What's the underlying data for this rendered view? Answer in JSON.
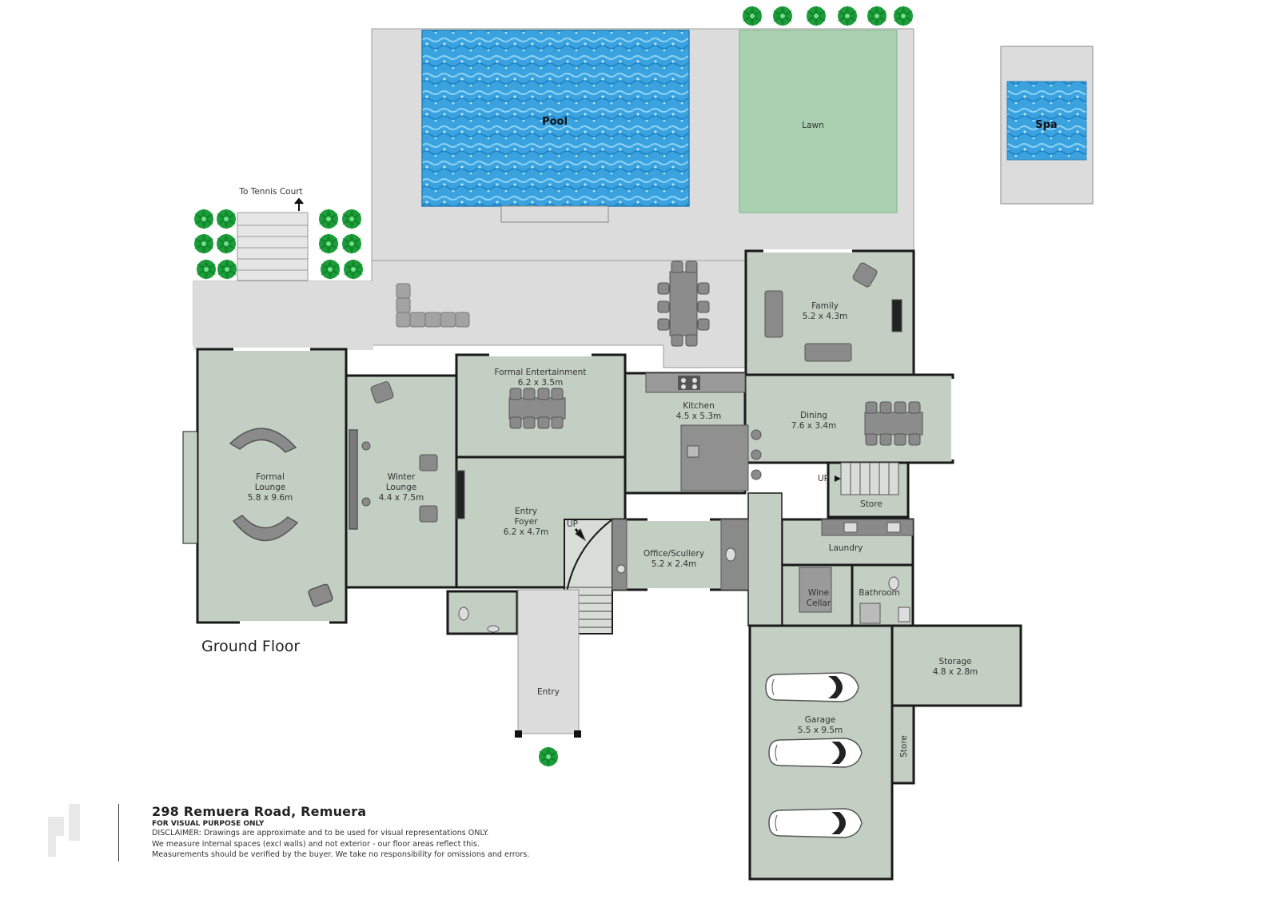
{
  "floor_title": "Ground Floor",
  "footer": {
    "address": "298 Remuera Road, Remuera",
    "visual_note": "FOR VISUAL PURPOSE ONLY",
    "disclaimer": [
      "DISCLAIMER: Drawings are approximate and to be used for visual representations ONLY.",
      "We measure internal spaces (excl walls) and not exterior - our floor areas reflect this.",
      "Measurements should be verified by the buyer. We take no responsibility for omissions and errors."
    ]
  },
  "outdoor": {
    "pool": "Pool",
    "lawn": "Lawn",
    "spa": "Spa",
    "tennis": "To Tennis Court",
    "entry": "Entry"
  },
  "rooms": {
    "formal_lounge": {
      "name1": "Formal",
      "name2": "Lounge",
      "dims": "5.8 x 9.6m"
    },
    "winter_lounge": {
      "name1": "Winter",
      "name2": "Lounge",
      "dims": "4.4 x 7.5m"
    },
    "formal_ent": {
      "name": "Formal Entertainment",
      "dims": "6.2 x 3.5m"
    },
    "entry_foyer": {
      "name1": "Entry",
      "name2": "Foyer",
      "dims": "6.2 x 4.7m"
    },
    "kitchen": {
      "name": "Kitchen",
      "dims": "4.5 x 5.3m"
    },
    "family": {
      "name": "Family",
      "dims": "5.2 x 4.3m"
    },
    "dining": {
      "name": "Dining",
      "dims": "7.6 x 3.4m"
    },
    "office": {
      "name": "Office/Scullery",
      "dims": "5.2 x 2.4m"
    },
    "laundry": {
      "name": "Laundry"
    },
    "store": {
      "name": "Store"
    },
    "wine": {
      "name1": "Wine",
      "name2": "Cellar"
    },
    "bathroom": {
      "name": "Bathroom"
    },
    "storage": {
      "name": "Storage",
      "dims": "4.8 x 2.8m"
    },
    "garage": {
      "name": "Garage",
      "dims": "5.5 x 9.5m"
    },
    "store2": {
      "name": "Store"
    }
  },
  "stairs_up": "UP",
  "colors": {
    "room": "#c3cfc3",
    "wall": "#1a1a1a",
    "paving": "#dcdcdc",
    "water": "#3fa6e0",
    "lawn": "#a9d1b1",
    "plant": "#1c9c3a",
    "furniture": "#8a8a8a"
  }
}
